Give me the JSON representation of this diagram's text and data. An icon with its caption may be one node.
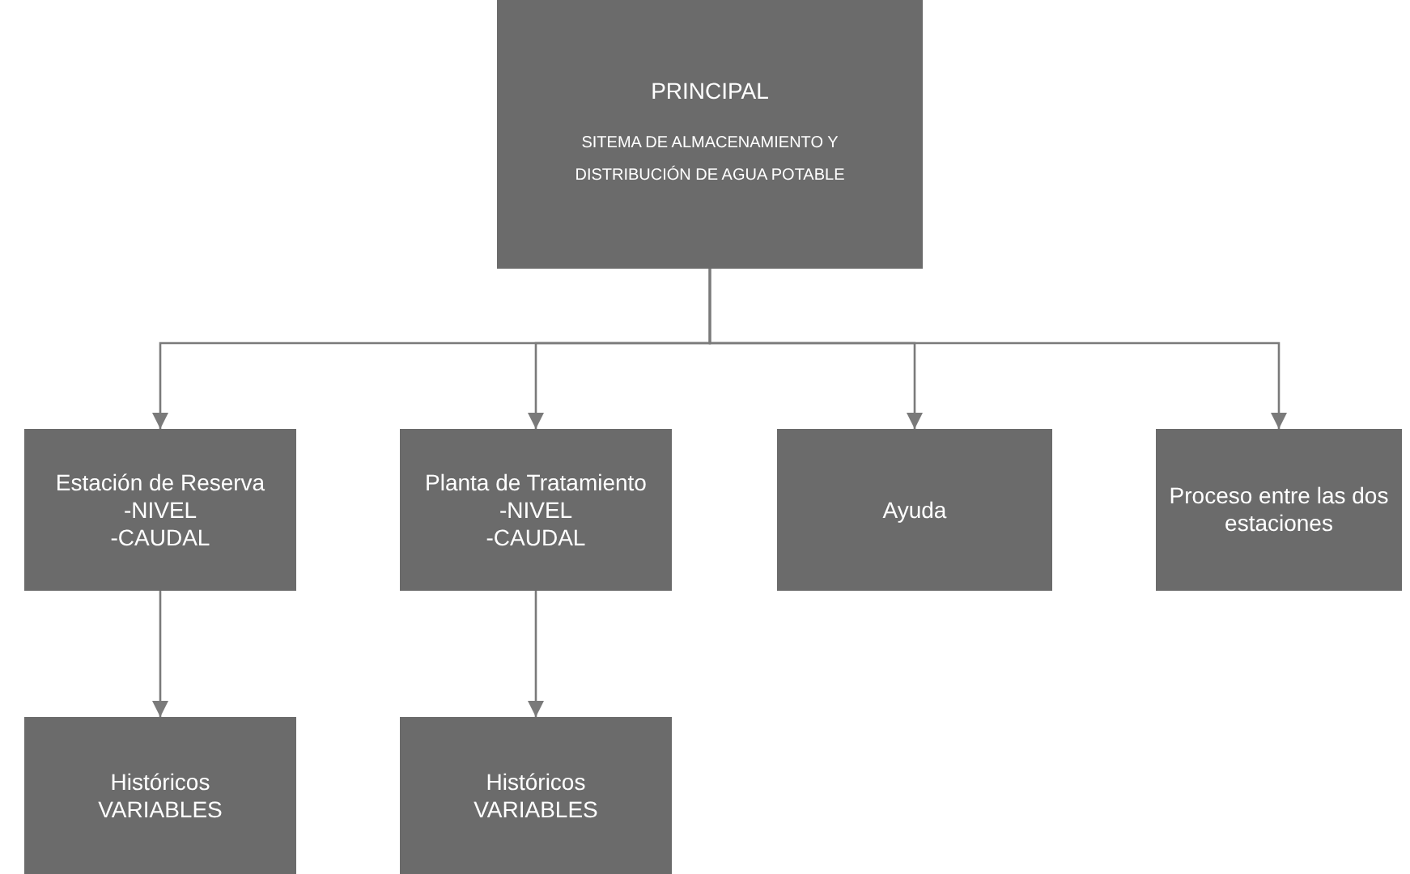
{
  "diagram": {
    "nodes": [
      {
        "text": [
          "PRINCIPAL",
          "SITEMA DE ALMACENAMIENTO Y DISTRIBUCIÓN DE AGUA POTABLE"
        ]
      },
      {
        "text": [
          "Estación de Reserva",
          "-NIVEL",
          "-CAUDAL"
        ]
      },
      {
        "text": [
          "Planta de Tratamiento",
          "-NIVEL",
          "-CAUDAL"
        ]
      },
      {
        "text": [
          "Ayuda"
        ]
      },
      {
        "text": [
          "Proceso entre las dos estaciones"
        ]
      },
      {
        "text": [
          "Históricos",
          "VARIABLES"
        ]
      },
      {
        "text": [
          "Históricos",
          "VARIABLES"
        ]
      }
    ],
    "edges": [
      {
        "from": 0,
        "to": 1,
        "arrow": "to"
      },
      {
        "from": 0,
        "to": 2,
        "arrow": "to"
      },
      {
        "from": 0,
        "to": 3,
        "arrow": "to"
      },
      {
        "from": 0,
        "to": 4,
        "arrow": "to"
      },
      {
        "from": 1,
        "to": 5,
        "arrow": "to"
      },
      {
        "from": 2,
        "to": 6,
        "arrow": "to"
      }
    ]
  }
}
